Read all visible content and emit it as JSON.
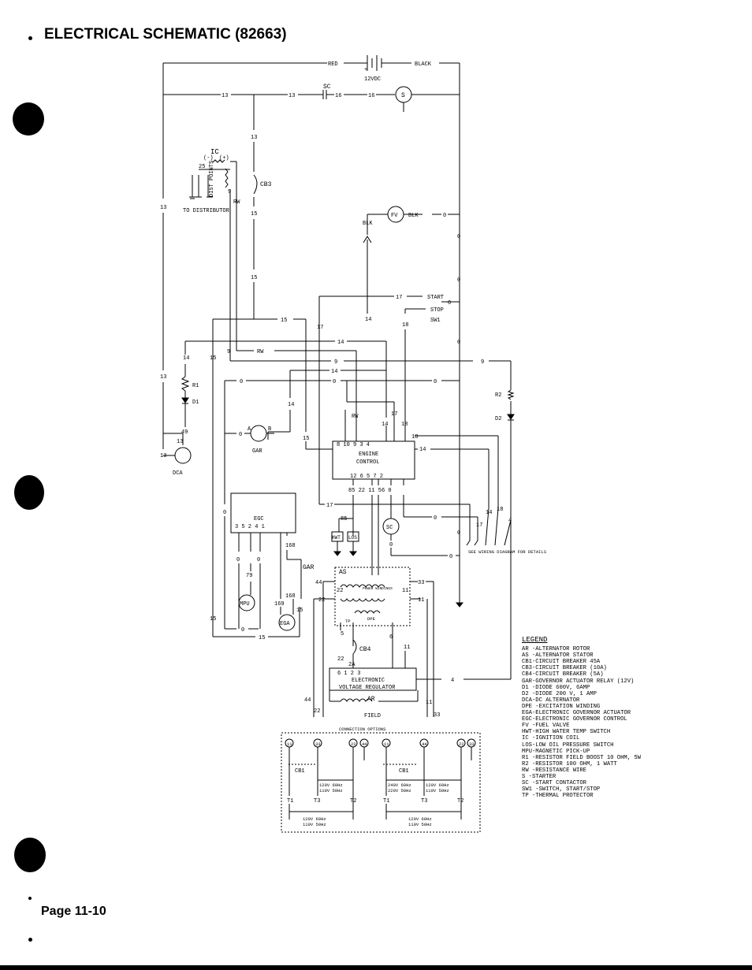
{
  "header": {
    "title": "ELECTRICAL SCHEMATIC (82663)"
  },
  "footer": {
    "page": "Page 11-10"
  },
  "battery": {
    "pos_wire": "RED",
    "neg_wire": "BLACK",
    "voltage": "12VDC",
    "plus": "+"
  },
  "labels": {
    "sc": "SC",
    "s": "S",
    "ic": "IC",
    "ic_neg": "(-)",
    "ic_pos": "(+)",
    "dist_points": "DIST POINTS",
    "to_distributor": "TO DISTRIBUTOR",
    "cb3": "CB3",
    "rw": "RW",
    "fv": "FV",
    "blk": "BLK",
    "start": "START",
    "stop": "STOP",
    "sw1": "SW1",
    "r1": "R1",
    "d1": "D1",
    "r2": "R2",
    "d2": "D2",
    "dca": "DCA",
    "gar": "GAR",
    "a": "A",
    "b": "B",
    "engine_control": "ENGINE CONTROL",
    "egc": "EGC",
    "mpu": "MPU",
    "ega": "EGA",
    "hwt": "HWT",
    "los": "LOS",
    "as": "AS",
    "power_windings": "POWER WINDINGS",
    "dpe": "DPE",
    "tp": "TP",
    "cb4": "CB4",
    "evr": "ELECTRONIC VOLTAGE REGULATOR",
    "ar": "AR",
    "field": "FIELD",
    "see_wiring": "SEE WIRING DIAGRAM FOR DETAILS",
    "connection_options": "CONNECTION OPTIONS",
    "cb1": "CB1"
  },
  "wires": {
    "w13": "13",
    "w15": "15",
    "w16": "16",
    "w14": "14",
    "w17": "17",
    "w18": "18",
    "w9": "9",
    "w0": "0",
    "w49": "49",
    "w25": "25",
    "w85": "85",
    "w22": "22",
    "w11": "11",
    "w56": "56",
    "w44": "44",
    "w33": "33",
    "w79": "79",
    "w168": "168",
    "w169": "169",
    "w2a": "2A",
    "w4": "4",
    "w6": "6",
    "w5": "5"
  },
  "engine_pins_top": "8  10     9   3   4",
  "engine_pins_bottom": "12   6  5     7   2",
  "engine_wires_bottom": "85   22 11   56   0",
  "egc_pins": "3  5  2      4   1",
  "evr_pins": "6    1        2    3",
  "connection_options": [
    {
      "t1": "T1",
      "t3": "T3",
      "t2": "T2",
      "rating_a": "120V 60Hz\n110V 50Hz",
      "bottom": "120V 60Hz\n110V 50Hz"
    },
    {
      "t1": "T1",
      "t3": "T3",
      "t2": "T2",
      "rating_a": "240V 60Hz\n220V 50Hz",
      "rating_b": "120V 60Hz\n110V 50Hz",
      "bottom": "120V 60Hz\n110V 50Hz"
    }
  ],
  "legend": {
    "heading": "LEGEND",
    "items": [
      "AR  -ALTERNATOR ROTOR",
      "AS  -ALTERNATOR STATOR",
      "CB1-CIRCUIT BREAKER 45A",
      "CB3-CIRCUIT BREAKER (10A)",
      "CB4-CIRCUIT BREAKER (5A)",
      "GAR-GOVERNOR ACTUATOR RELAY (12V)",
      "D1  -DIODE 600V, 6AMP",
      "D2  -DIODE 200 V, 1 AMP",
      "DCA-DC ALTERNATOR",
      "DPE -EXCITATION WINDING",
      "EGA-ELECTRONIC GOVERNOR ACTUATOR",
      "EGC-ELECTRONIC GOVERNOR CONTROL",
      "FV  -FUEL VALVE",
      "HWT-HIGH WATER TEMP SWITCH",
      "IC  -IGNITION COIL",
      "LOS-LOW OIL PRESSURE SWITCH",
      "MPU-MAGNETIC PICK-UP",
      "R1  -RESISTOR FIELD BOOST 10 OHM, 5W",
      "R2  -RESISTOR 100 OHM, 1 WATT",
      "RW  -RESISTANCE WIRE",
      "S   -STARTER",
      "SC  -START CONTACTOR",
      "SW1 -SWITCH, START/STOP",
      "TP  -THERMAL PROTECTOR"
    ]
  }
}
